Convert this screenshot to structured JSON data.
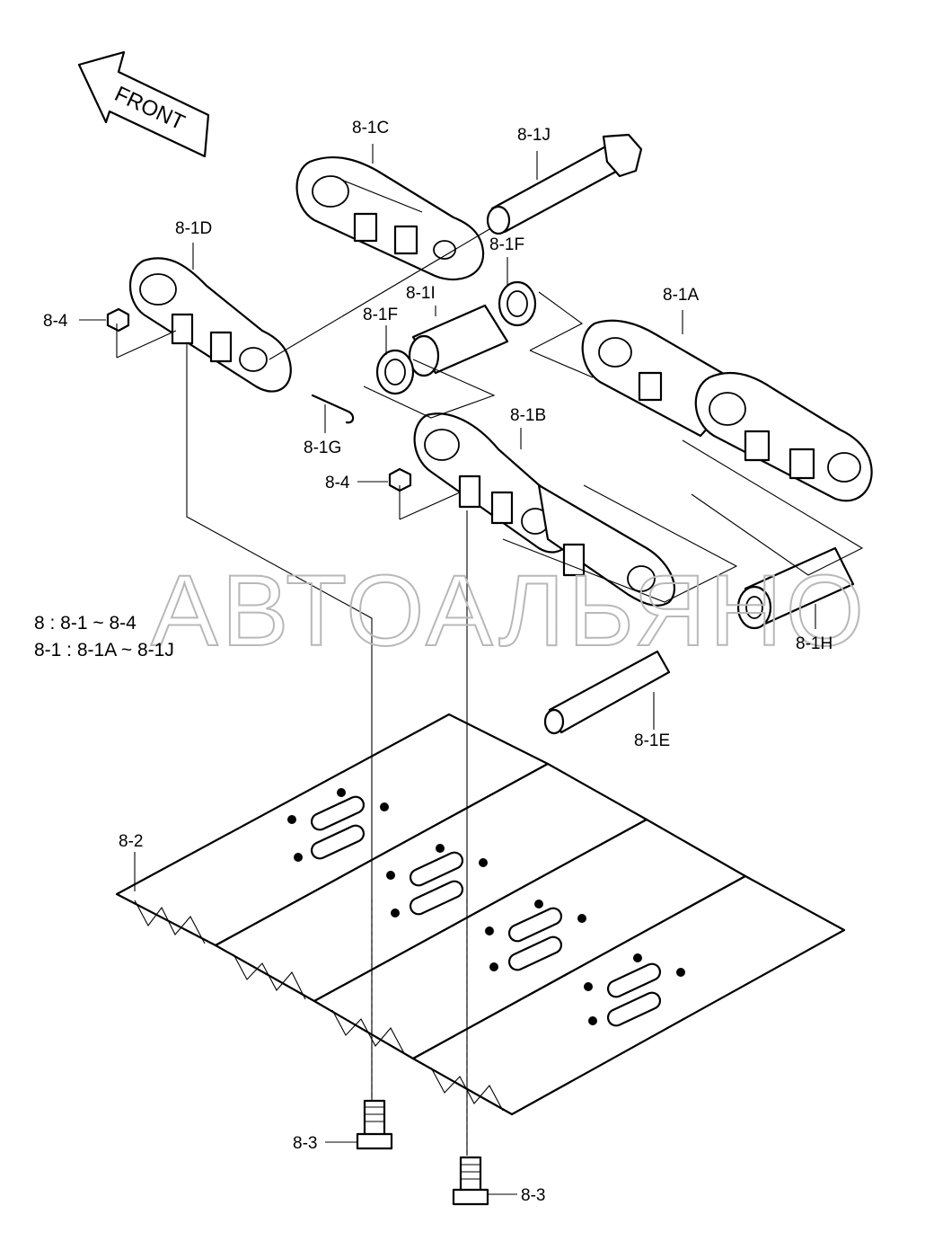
{
  "front_arrow": {
    "label": "FRONT"
  },
  "watermark": {
    "text": "АВТОАЛЬЯНО"
  },
  "legend": {
    "line1": "8 : 8-1 ~ 8-4",
    "line2": "8-1 : 8-1A ~ 8-1J"
  },
  "labels": {
    "l_1c": "8-1C",
    "l_1j": "8-1J",
    "l_1d": "8-1D",
    "l_1f_top": "8-1F",
    "l_1i": "8-1I",
    "l_1f_left": "8-1F",
    "l_1a": "8-1A",
    "l_4_top": "8-4",
    "l_1g": "8-1G",
    "l_1b": "8-1B",
    "l_4_mid": "8-4",
    "l_1h": "8-1H",
    "l_1e": "8-1E",
    "l_2": "8-2",
    "l_3_left": "8-3",
    "l_3_right": "8-3"
  }
}
